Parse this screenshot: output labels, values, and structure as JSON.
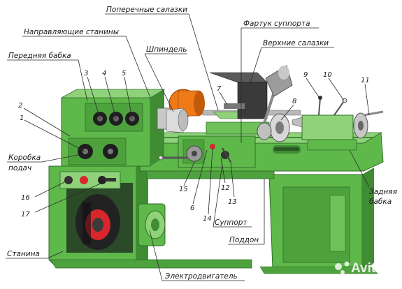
{
  "labels": {
    "poperechnye_salazki": "Поперечные салазки",
    "napravlyayushchie": "Направляющие станины",
    "fartuk": "Фартук суппорта",
    "perednyaya_babka": "Передняя бабка",
    "shpindel": "Шпиндель",
    "verkhnie_salazki": "Верхние салазки",
    "korobka_line1": "Коробка",
    "korobka_line2": "подач",
    "zadnyaya_line1": "Задняя",
    "zadnyaya_line2": "бабка",
    "support": "Суппорт",
    "poddon": "Поддон",
    "stanina": "Станина",
    "electromotor": "Электродвигатель"
  },
  "numbers": {
    "n1": "1",
    "n2": "2",
    "n3": "3",
    "n4": "4",
    "n5": "5",
    "n6": "6",
    "n7": "7",
    "n8": "8",
    "n9": "9",
    "n10": "10",
    "n11": "11",
    "n12": "12",
    "n13": "13",
    "n14": "14",
    "n15": "15",
    "n16": "16",
    "n17": "17"
  },
  "watermark": "Avito",
  "colors": {
    "machine_green": "#5fb84a",
    "machine_dark": "#3f8c33",
    "machine_light": "#8fd27a",
    "chuck_orange": "#f07a18",
    "motor_red": "#d8262c",
    "steel": "#9a9a9a"
  }
}
